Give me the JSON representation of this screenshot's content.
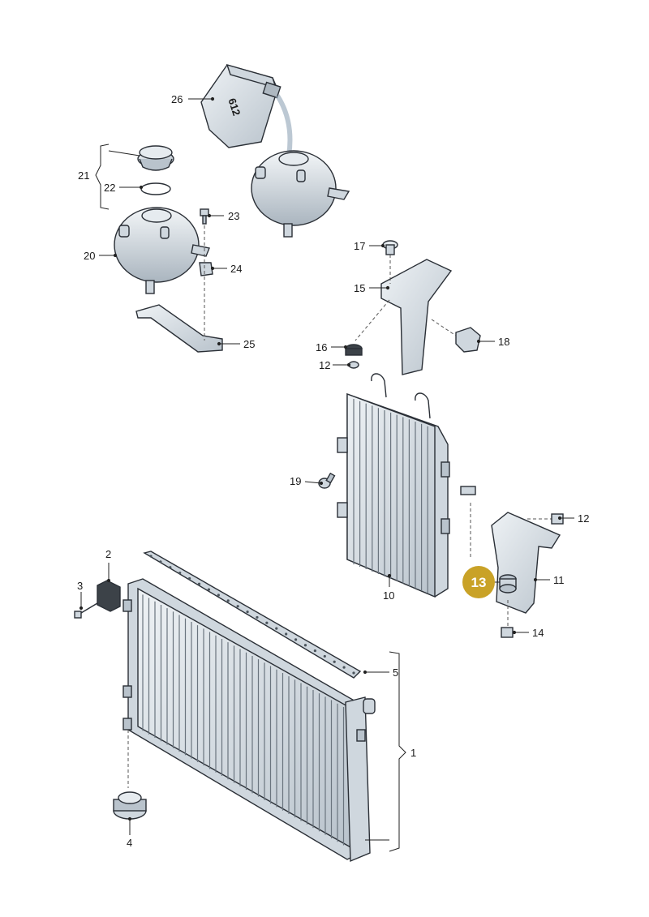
{
  "canister_mark": "612",
  "highlight": {
    "label": "13",
    "color": "#c9a227"
  },
  "colors": {
    "part_fill": "#dfe5ea",
    "part_shade": "#b7c1ca",
    "outline": "#2a2f36"
  },
  "callouts": {
    "c1": "1",
    "c2": "2",
    "c3": "3",
    "c4": "4",
    "c5": "5",
    "c10": "10",
    "c11": "11",
    "c12a": "12",
    "c12b": "12",
    "c14": "14",
    "c15": "15",
    "c16": "16",
    "c17": "17",
    "c18": "18",
    "c19": "19",
    "c20": "20",
    "c21": "21",
    "c22": "22",
    "c23": "23",
    "c24": "24",
    "c25": "25",
    "c26": "26"
  }
}
